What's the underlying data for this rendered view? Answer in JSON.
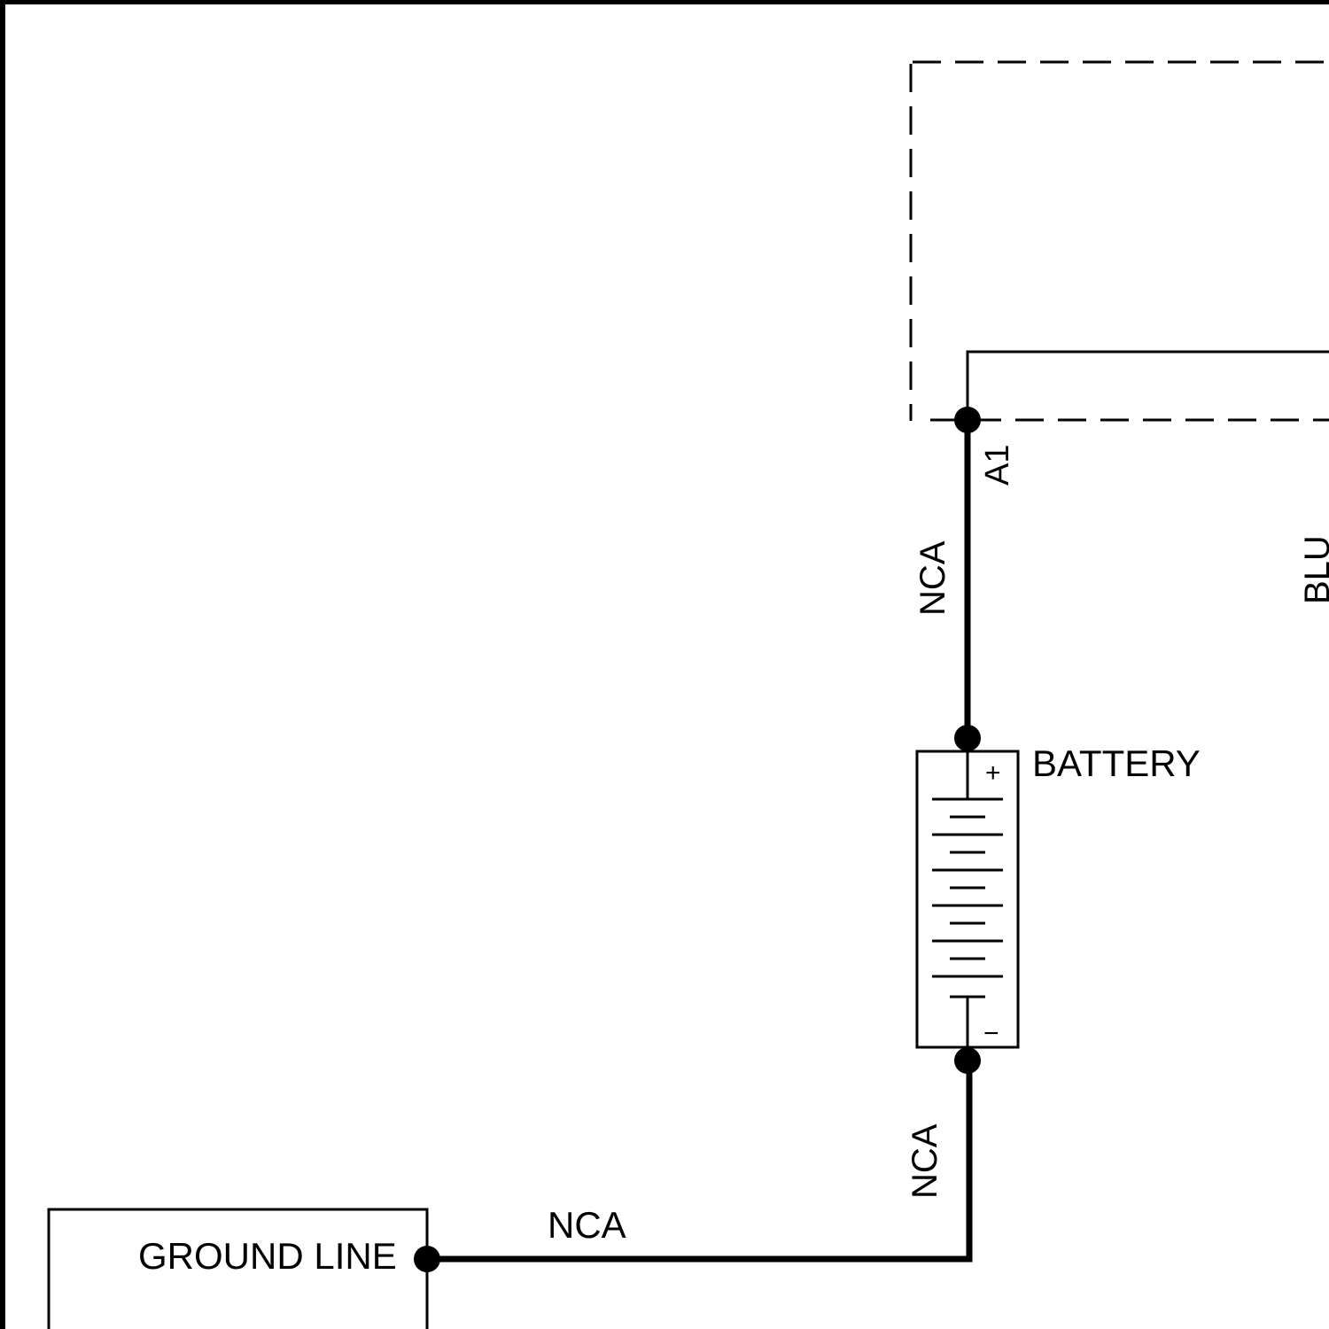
{
  "diagram": {
    "labels": {
      "connector_pin": "A1",
      "wire_top": "NCA",
      "wire_bottom_vertical": "NCA",
      "wire_bottom_horizontal": "NCA",
      "battery": "BATTERY",
      "ground_line": "GROUND LINE",
      "partial_wire_right": "BLU",
      "plus_sign": "+",
      "minus_sign": "−"
    },
    "colors": {
      "line": "#000000",
      "background": "#ffffff"
    }
  }
}
